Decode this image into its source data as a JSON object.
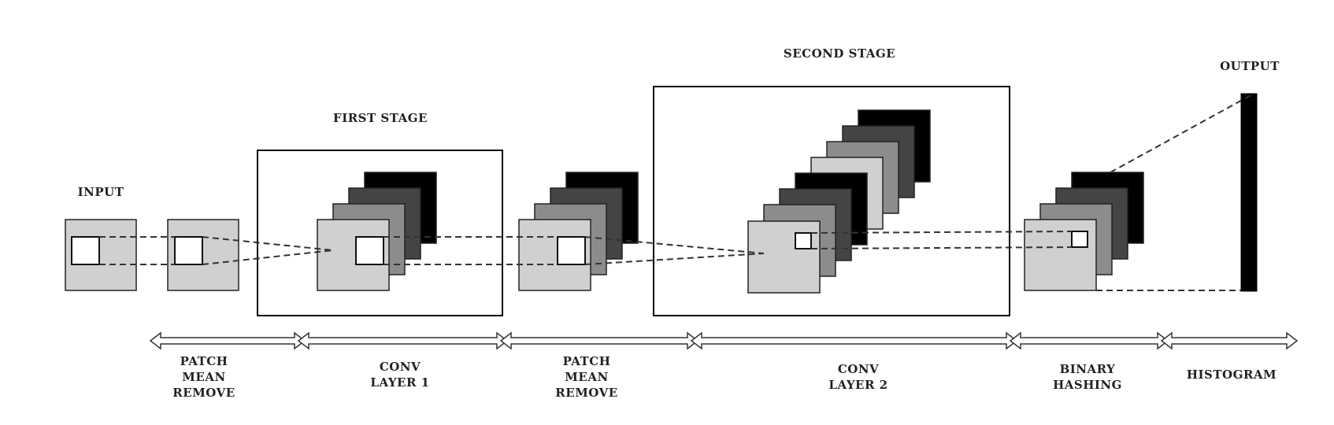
{
  "labels": {
    "input": "INPUT",
    "first_stage": "FIRST STAGE",
    "second_stage": "SECOND STAGE",
    "output": "OUTPUT"
  },
  "steps": {
    "patch_mean_remove_1": [
      "PATCH",
      "MEAN",
      "REMOVE"
    ],
    "conv_layer_1": [
      "CONV",
      "LAYER 1"
    ],
    "patch_mean_remove_2": [
      "PATCH",
      "MEAN",
      "REMOVE"
    ],
    "conv_layer_2": [
      "CONV",
      "LAYER 2"
    ],
    "binary_hashing": [
      "BINARY",
      "HASHING"
    ],
    "histogram": [
      "HISTOGRAM"
    ]
  },
  "colors": {
    "light": "#d0d0d0",
    "mid": "#8c8c8c",
    "dark": "#444444",
    "black": "#000000"
  }
}
